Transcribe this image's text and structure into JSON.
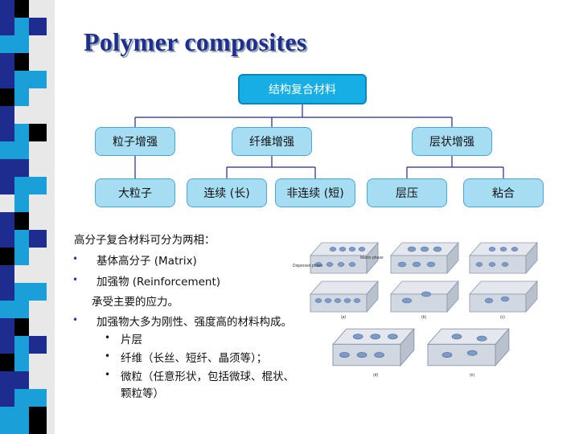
{
  "title": "Polymer composites",
  "tree": {
    "root": "结构复合材料",
    "level2": [
      "粒子增强",
      "纤维增强",
      "层状增强"
    ],
    "level3": [
      "大粒子",
      "连续 (长)",
      "非连续 (短)",
      "层压",
      "粘合"
    ]
  },
  "body": {
    "intro": "高分子复合材料可分为两相：",
    "bullet1": "基体高分子 (Matrix)",
    "bullet2": "加强物 (Reinforcement)",
    "bullet2_note": "承受主要的应力。",
    "bullet3": "加强物大多为刚性、强度高的材料构成。",
    "sub1": "片层",
    "sub2": "纤维（长丝、短纤、晶须等）；",
    "sub3_line1": "微粒（任意形状，包括微球、棍状、",
    "sub3_line2": "颗粒等）"
  },
  "figure": {
    "labels": [
      "Dispersed phase",
      "Matrix phase",
      "(a)",
      "(b)",
      "(c)",
      "(d)",
      "(e)"
    ]
  },
  "colors": {
    "title": "#1f2f8f",
    "root_fill": "#17aee6",
    "node_fill": "#a7ddf3",
    "sidebar_blue": "#1a9fd9",
    "sidebar_navy": "#1e2b8f"
  }
}
